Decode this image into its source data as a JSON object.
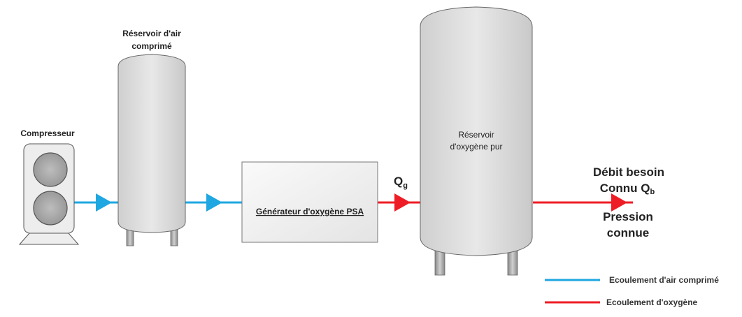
{
  "labels": {
    "compressor": "Compresseur",
    "air_tank_line1": "Réservoir d'air",
    "air_tank_line2": "comprimé",
    "psa_generator": "Générateur d'oxygène PSA",
    "oxygen_tank_line1": "Réservoir",
    "oxygen_tank_line2": "d'oxygène pur",
    "qg_main": "Q",
    "qg_sub": "g",
    "demand_line1": "Débit besoin",
    "demand_line2_main": "Connu Q",
    "demand_line2_sub": "b",
    "pressure_line1": "Pression",
    "pressure_line2": "connue"
  },
  "legend": [
    {
      "label": "Ecoulement d'air comprimé",
      "color": "#1ea7e1"
    },
    {
      "label": "Ecoulement d'oxygène",
      "color": "#ee1c25"
    }
  ],
  "colors": {
    "air_flow": "#1ea7e1",
    "oxygen_flow": "#ee1c25"
  }
}
